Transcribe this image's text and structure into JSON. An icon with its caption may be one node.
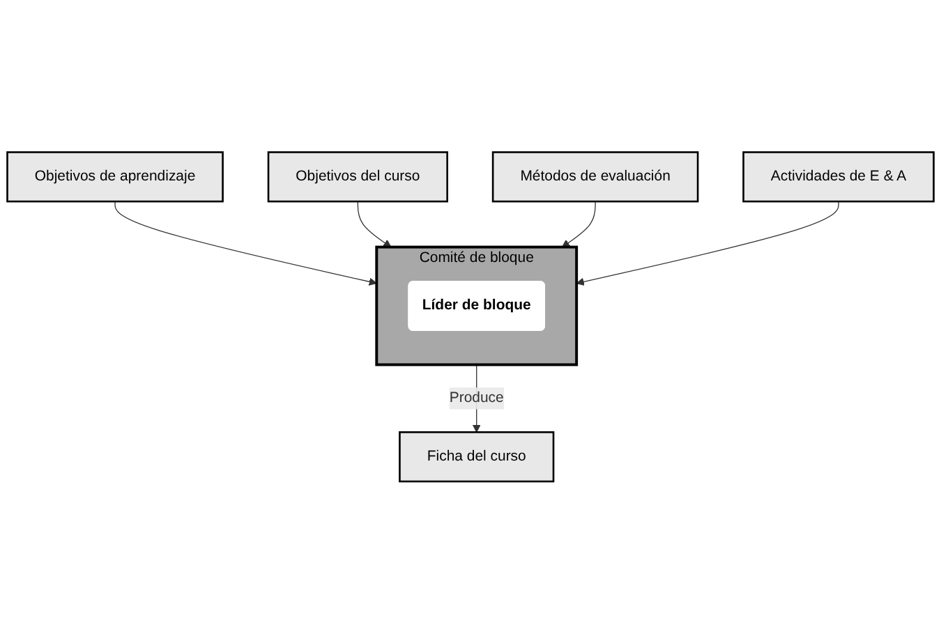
{
  "diagram": {
    "nodes": [
      {
        "text": [
          "Objetivos de aprendizaje"
        ]
      },
      {
        "text": [
          "Objetivos del curso"
        ]
      },
      {
        "text": [
          "Comité de bloque"
        ]
      },
      {
        "text": [
          "Líder de bloque"
        ],
        "in": 2
      },
      {
        "text": [
          "Métodos de evaluación"
        ]
      },
      {
        "text": [
          "Actividades de E & A"
        ]
      },
      {
        "text": [
          "Ficha del curso"
        ]
      }
    ],
    "edges": [
      {
        "from": 0,
        "to": 2,
        "arrow": "to"
      },
      {
        "from": 1,
        "to": 2,
        "arrow": "to"
      },
      {
        "from": 4,
        "to": 2,
        "arrow": "to"
      },
      {
        "from": 5,
        "to": 2,
        "arrow": "to"
      },
      {
        "from": 2,
        "to": 6,
        "label": "Produce",
        "arrow": "to"
      }
    ]
  }
}
